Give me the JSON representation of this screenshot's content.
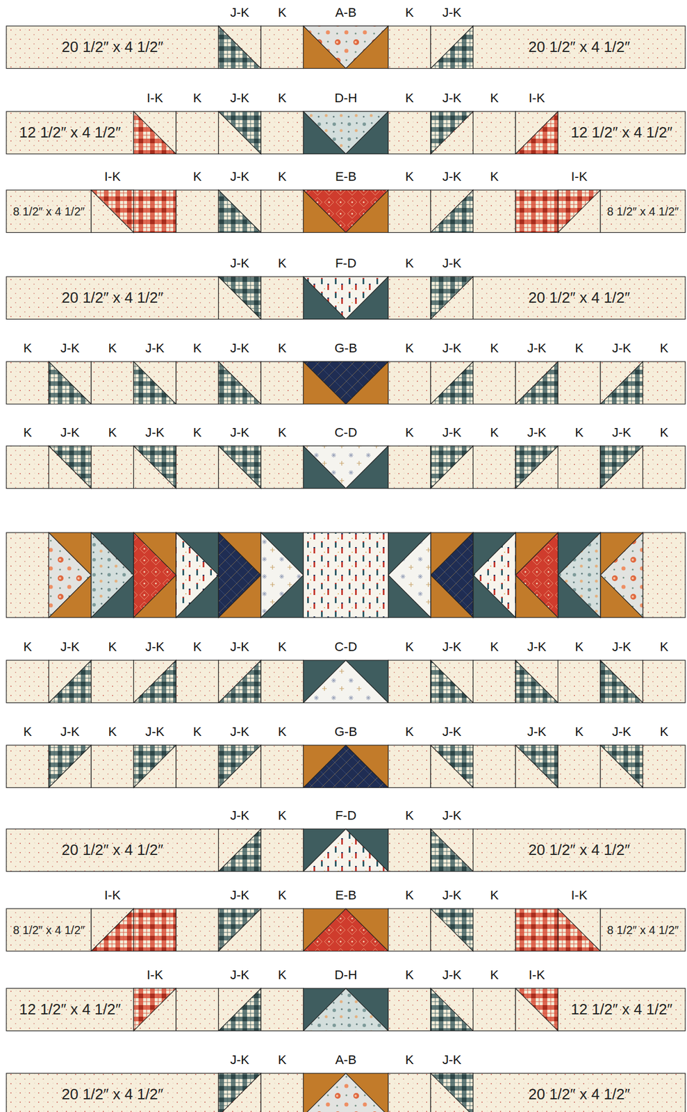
{
  "diagram": {
    "nodes": [
      {
        "text": [
          "20 1/2″ x 4 1/2″"
        ]
      },
      {
        "text": [
          "20 1/2″ x 4 1/2″"
        ]
      },
      {
        "text": [
          "12 1/2″ x 4 1/2″"
        ]
      },
      {
        "text": [
          "12 1/2″ x 4 1/2″"
        ]
      },
      {
        "text": [
          "8 1/2″ x 4 1/2″"
        ]
      },
      {
        "text": [
          "8 1/2″ x 4 1/2″"
        ]
      },
      {
        "text": [
          "20 1/2″ x 4 1/2″"
        ]
      },
      {
        "text": [
          "20 1/2″ x 4 1/2″"
        ]
      },
      {
        "text": [
          "20 1/2″ x 4 1/2″"
        ]
      },
      {
        "text": [
          "20 1/2″ x 4 1/2″"
        ]
      },
      {
        "text": [
          "8 1/2″ x 4 1/2″"
        ]
      },
      {
        "text": [
          "8 1/2″ x 4 1/2″"
        ]
      },
      {
        "text": [
          "12 1/2″ x 4 1/2″"
        ]
      },
      {
        "text": [
          "12 1/2″ x 4 1/2″"
        ]
      },
      {
        "text": [
          "20 1/2″ x 4 1/2″"
        ]
      },
      {
        "text": [
          "20 1/2″ x 4 1/2″"
        ]
      }
    ],
    "labels": [
      "J-K",
      "K",
      "A-B",
      "K",
      "J-K",
      "I-K",
      "K",
      "J-K",
      "K",
      "D-H",
      "K",
      "J-K",
      "K",
      "I-K",
      "I-K",
      "K",
      "J-K",
      "K",
      "E-B",
      "K",
      "J-K",
      "K",
      "I-K",
      "J-K",
      "K",
      "F-D",
      "K",
      "J-K",
      "K",
      "J-K",
      "K",
      "J-K",
      "K",
      "J-K",
      "K",
      "G-B",
      "K",
      "J-K",
      "K",
      "J-K",
      "K",
      "J-K",
      "K",
      "K",
      "J-K",
      "K",
      "J-K",
      "K",
      "J-K",
      "K",
      "C-D",
      "K",
      "J-K",
      "K",
      "J-K",
      "K",
      "J-K",
      "K",
      "K",
      "J-K",
      "K",
      "J-K",
      "K",
      "J-K",
      "K",
      "C-D",
      "K",
      "J-K",
      "K",
      "J-K",
      "K",
      "J-K",
      "K",
      "K",
      "J-K",
      "K",
      "J-K",
      "K",
      "J-K",
      "K",
      "G-B",
      "K",
      "J-K",
      "J-K",
      "K",
      "J-K",
      "K",
      "J-K",
      "K",
      "F-D",
      "K",
      "J-K",
      "I-K",
      "J-K",
      "K",
      "E-B",
      "K",
      "J-K",
      "K",
      "I-K",
      "I-K",
      "J-K",
      "K",
      "D-H",
      "K",
      "J-K",
      "K",
      "I-K",
      "J-K",
      "K",
      "A-B",
      "K",
      "J-K"
    ]
  }
}
